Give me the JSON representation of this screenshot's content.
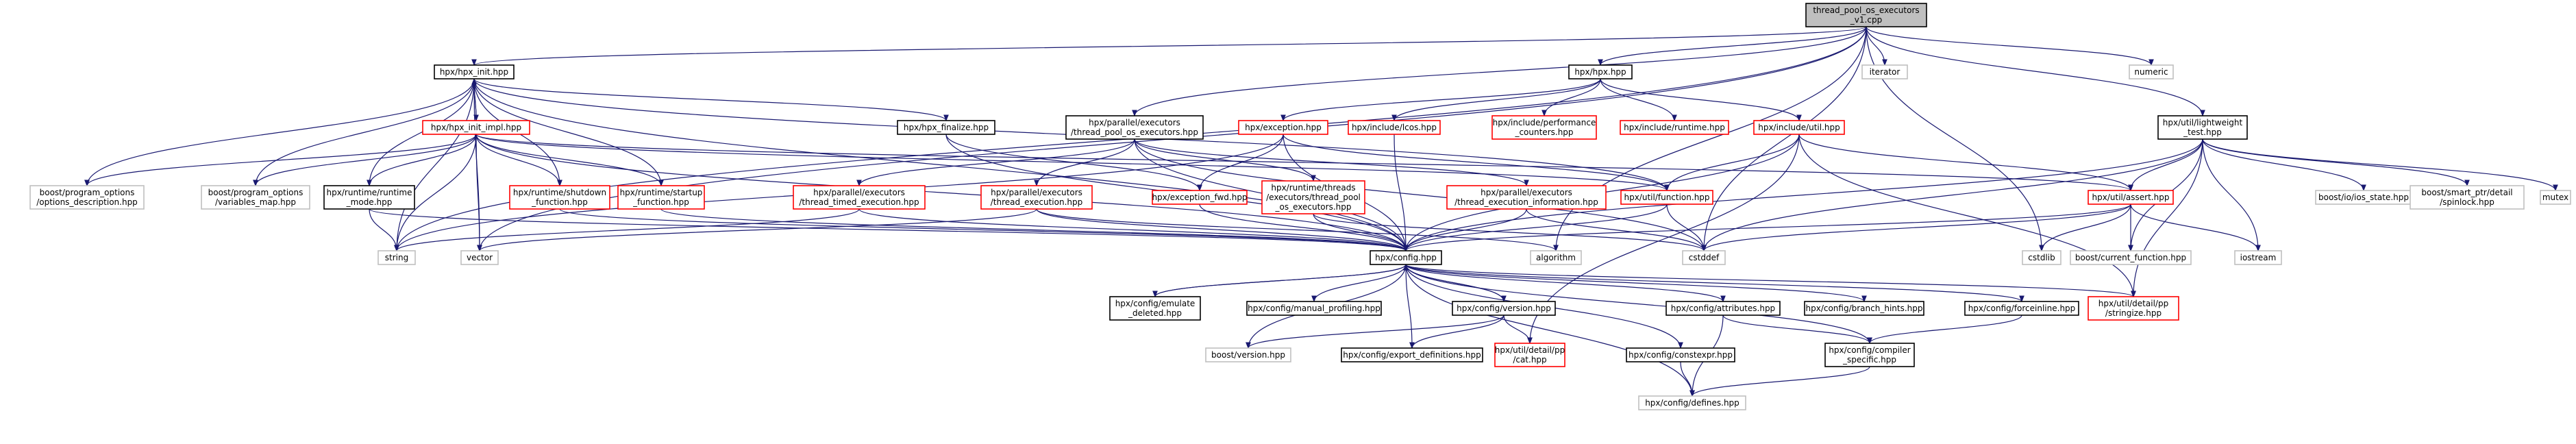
{
  "colors": {
    "edge": "#191970",
    "node_border": "#000000",
    "undoc_border": "#ff0000",
    "system_border": "#bfbfbf",
    "root_fill": "#bfbfbf"
  },
  "nodes": [
    {
      "id": "root",
      "lines": [
        "thread_pool_os_executors",
        "_v1.cpp"
      ],
      "kind": "root"
    },
    {
      "id": "hpx_init",
      "lines": [
        "hpx/hpx_init.hpp"
      ],
      "kind": "black"
    },
    {
      "id": "hpx_hpp",
      "lines": [
        "hpx/hpx.hpp"
      ],
      "kind": "black"
    },
    {
      "id": "iterator",
      "lines": [
        "iterator"
      ],
      "kind": "gray"
    },
    {
      "id": "numeric",
      "lines": [
        "numeric"
      ],
      "kind": "gray"
    },
    {
      "id": "init_impl",
      "lines": [
        "hpx/hpx_init_impl.hpp"
      ],
      "kind": "red"
    },
    {
      "id": "finalize",
      "lines": [
        "hpx/hpx_finalize.hpp"
      ],
      "kind": "black"
    },
    {
      "id": "tpose",
      "lines": [
        "hpx/parallel/executors",
        "/thread_pool_os_executors.hpp"
      ],
      "kind": "black"
    },
    {
      "id": "exception",
      "lines": [
        "hpx/exception.hpp"
      ],
      "kind": "red"
    },
    {
      "id": "lcos",
      "lines": [
        "hpx/include/lcos.hpp"
      ],
      "kind": "red"
    },
    {
      "id": "perf",
      "lines": [
        "hpx/include/performance",
        "_counters.hpp"
      ],
      "kind": "red"
    },
    {
      "id": "inc_runtime",
      "lines": [
        "hpx/include/runtime.hpp"
      ],
      "kind": "red"
    },
    {
      "id": "inc_util",
      "lines": [
        "hpx/include/util.hpp"
      ],
      "kind": "red"
    },
    {
      "id": "lwtest",
      "lines": [
        "hpx/util/lightweight",
        "_test.hpp"
      ],
      "kind": "black"
    },
    {
      "id": "opt_desc",
      "lines": [
        "boost/program_options",
        "/options_description.hpp"
      ],
      "kind": "gray"
    },
    {
      "id": "var_map",
      "lines": [
        "boost/program_options",
        "/variables_map.hpp"
      ],
      "kind": "gray"
    },
    {
      "id": "rt_mode",
      "lines": [
        "hpx/runtime/runtime",
        "_mode.hpp"
      ],
      "kind": "black"
    },
    {
      "id": "shutdown",
      "lines": [
        "hpx/runtime/shutdown",
        "_function.hpp"
      ],
      "kind": "red"
    },
    {
      "id": "startup",
      "lines": [
        "hpx/runtime/startup",
        "_function.hpp"
      ],
      "kind": "red"
    },
    {
      "id": "timed_exec",
      "lines": [
        "hpx/parallel/executors",
        "/thread_timed_execution.hpp"
      ],
      "kind": "red"
    },
    {
      "id": "exec_fwd",
      "lines": [
        "hpx/exception_fwd.hpp"
      ],
      "kind": "red"
    },
    {
      "id": "thread_exec",
      "lines": [
        "hpx/parallel/executors",
        "/thread_execution.hpp"
      ],
      "kind": "red"
    },
    {
      "id": "rt_threads",
      "lines": [
        "hpx/runtime/threads",
        "/executors/thread_pool",
        "_os_executors.hpp"
      ],
      "kind": "red"
    },
    {
      "id": "exec_info",
      "lines": [
        "hpx/parallel/executors",
        "/thread_execution_information.hpp"
      ],
      "kind": "red"
    },
    {
      "id": "function",
      "lines": [
        "hpx/util/function.hpp"
      ],
      "kind": "red"
    },
    {
      "id": "assert",
      "lines": [
        "hpx/util/assert.hpp"
      ],
      "kind": "red"
    },
    {
      "id": "ios_state",
      "lines": [
        "boost/io/ios_state.hpp"
      ],
      "kind": "gray"
    },
    {
      "id": "spinlock",
      "lines": [
        "boost/smart_ptr/detail",
        "/spinlock.hpp"
      ],
      "kind": "gray"
    },
    {
      "id": "mutex",
      "lines": [
        "mutex"
      ],
      "kind": "gray"
    },
    {
      "id": "string",
      "lines": [
        "string"
      ],
      "kind": "gray"
    },
    {
      "id": "vector",
      "lines": [
        "vector"
      ],
      "kind": "gray"
    },
    {
      "id": "config",
      "lines": [
        "hpx/config.hpp"
      ],
      "kind": "black"
    },
    {
      "id": "algorithm",
      "lines": [
        "algorithm"
      ],
      "kind": "gray"
    },
    {
      "id": "cstddef",
      "lines": [
        "cstddef"
      ],
      "kind": "gray"
    },
    {
      "id": "cstdlib",
      "lines": [
        "cstdlib"
      ],
      "kind": "gray"
    },
    {
      "id": "cur_func",
      "lines": [
        "boost/current_function.hpp"
      ],
      "kind": "gray"
    },
    {
      "id": "iostream",
      "lines": [
        "iostream"
      ],
      "kind": "gray"
    },
    {
      "id": "emulate",
      "lines": [
        "hpx/config/emulate",
        "_deleted.hpp"
      ],
      "kind": "black"
    },
    {
      "id": "manual_prof",
      "lines": [
        "hpx/config/manual_profiling.hpp"
      ],
      "kind": "black"
    },
    {
      "id": "version",
      "lines": [
        "hpx/config/version.hpp"
      ],
      "kind": "black"
    },
    {
      "id": "attributes",
      "lines": [
        "hpx/config/attributes.hpp"
      ],
      "kind": "black"
    },
    {
      "id": "branch",
      "lines": [
        "hpx/config/branch_hints.hpp"
      ],
      "kind": "black"
    },
    {
      "id": "forceinline",
      "lines": [
        "hpx/config/forceinline.hpp"
      ],
      "kind": "black"
    },
    {
      "id": "stringize",
      "lines": [
        "hpx/util/detail/pp",
        "/stringize.hpp"
      ],
      "kind": "red"
    },
    {
      "id": "boost_version",
      "lines": [
        "boost/version.hpp"
      ],
      "kind": "gray"
    },
    {
      "id": "export_def",
      "lines": [
        "hpx/config/export_definitions.hpp"
      ],
      "kind": "black"
    },
    {
      "id": "pp_cat",
      "lines": [
        "hpx/util/detail/pp",
        "/cat.hpp"
      ],
      "kind": "red"
    },
    {
      "id": "constexpr",
      "lines": [
        "hpx/config/constexpr.hpp"
      ],
      "kind": "black"
    },
    {
      "id": "compiler",
      "lines": [
        "hpx/config/compiler",
        "_specific.hpp"
      ],
      "kind": "black"
    },
    {
      "id": "defines",
      "lines": [
        "hpx/config/defines.hpp"
      ],
      "kind": "gray"
    }
  ]
}
